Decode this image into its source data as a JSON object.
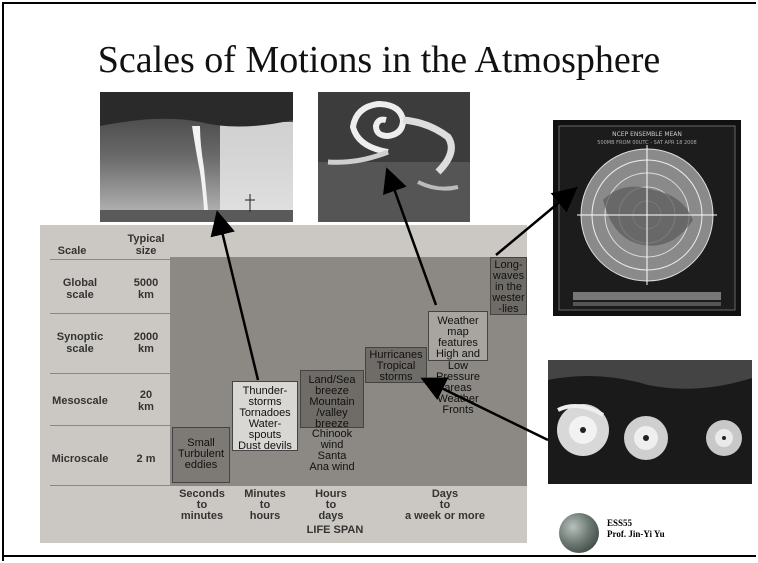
{
  "slide": {
    "title": "Scales of Motions in the Atmosphere"
  },
  "chart": {
    "headers": {
      "scale": "Scale",
      "typical": "Typical",
      "size": "size"
    },
    "rows": [
      {
        "scale_line1": "Global",
        "scale_line2": "scale",
        "size_line1": "5000",
        "size_line2": "km"
      },
      {
        "scale_line1": "Synoptic",
        "scale_line2": "scale",
        "size_line1": "2000",
        "size_line2": "km"
      },
      {
        "scale_line1": "Mesoscale",
        "scale_line2": "",
        "size_line1": "20",
        "size_line2": "km"
      },
      {
        "scale_line1": "Microscale",
        "scale_line2": "",
        "size_line1": "2 m",
        "size_line2": ""
      }
    ],
    "phenomena": {
      "small": [
        "Small",
        "Turbulent",
        "eddies"
      ],
      "thunder": [
        "Thunder-",
        "storms",
        "Tornadoes",
        "Water-",
        "spouts",
        "Dust devils"
      ],
      "landsea": [
        "Land/Sea",
        "breeze",
        "Mountain",
        "/valley",
        "breeze"
      ],
      "chinook": [
        "Chinook",
        "wind",
        "Santa",
        "Ana wind"
      ],
      "hurricanes": [
        "Hurricanes",
        "Tropical",
        "storms"
      ],
      "weather": [
        "Weather",
        "map",
        "features",
        "High and"
      ],
      "lowpressure": [
        "Low",
        "Pressure",
        "areas",
        "Weather",
        "Fronts"
      ],
      "longwaves": [
        "Long-",
        "waves",
        "in the",
        "wester",
        "-lies"
      ]
    },
    "time_axis": {
      "seconds": [
        "Seconds",
        "to",
        "minutes"
      ],
      "minutes": [
        "Minutes",
        "to",
        "hours"
      ],
      "hours": [
        "Hours",
        "to",
        "days"
      ],
      "days": [
        "Days",
        "to",
        "a week or more"
      ],
      "label": "LIFE SPAN"
    }
  },
  "photos": {
    "globe_caption1": "NCEP ENSEMBLE MEAN",
    "globe_caption2": "500MB FROM 00UTC - SAT APR 18 2008"
  },
  "credit": {
    "line1": "ESS55",
    "line2": "Prof. Jin-Yi Yu"
  }
}
